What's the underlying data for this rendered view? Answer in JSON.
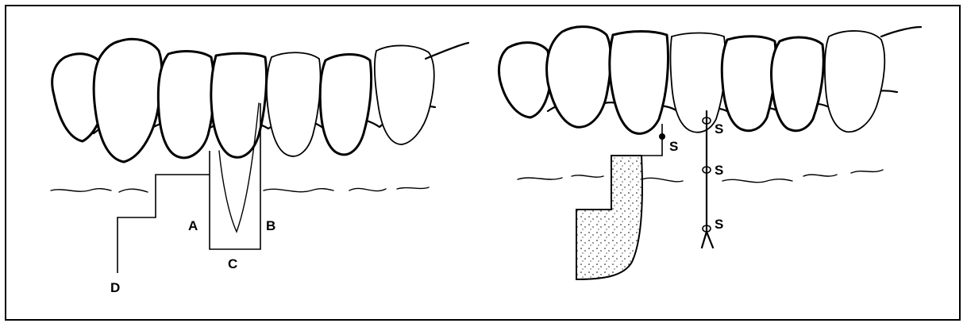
{
  "figure": {
    "left_panel": {
      "labels": {
        "a": "A",
        "b": "B",
        "c": "C",
        "d": "D"
      }
    },
    "right_panel": {
      "labels": {
        "s1": "S",
        "s2": "S",
        "s3": "S",
        "s4": "S"
      }
    }
  }
}
